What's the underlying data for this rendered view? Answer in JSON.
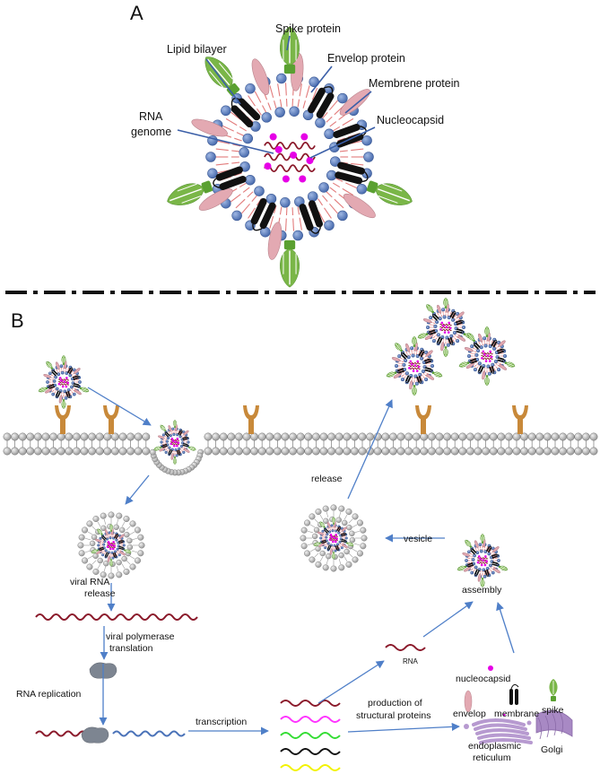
{
  "panel_a": {
    "letter": "A",
    "labels": {
      "spike": "Spike protein",
      "lipid": "Lipid bilayer",
      "envelop": "Envelop protein",
      "membrane": "Membrene protein",
      "rna_line1": "RNA",
      "rna_line2": "genome",
      "nucleocapsid": "Nucleocapsid"
    }
  },
  "panel_b": {
    "letter": "B",
    "labels": {
      "viral_rna_line1": "viral RNA",
      "viral_rna_line2": "release",
      "viral_poly_line1": "viral polymerase",
      "viral_poly_line2": "translation",
      "rna_replication": "RNA replication",
      "transcription": "transcription",
      "production_line1": "production of",
      "production_line2": "structural proteins",
      "release": "release",
      "vesicle": "vesicle",
      "assembly": "assembly",
      "rna_small": "RNA",
      "nucleocapsid": "nucleocapsid",
      "envelop": "envelop",
      "membrane": "membrane",
      "spike": "spike",
      "er_line1": "endoplasmic",
      "er_line2": "reticulum",
      "golgi": "Golgi"
    }
  },
  "colors": {
    "bead": "#5b7fc0",
    "bead_stroke": "#3c5a96",
    "lipid_tail": "#e27b7b",
    "envelop": "#e3a9b2",
    "spike": "#7ab648",
    "membrane_protein": "#111111",
    "nucleocapsid": "#e600e6",
    "rna": "#8b1a2b",
    "arrow": "#4f7fc8",
    "receptor": "#c8893a",
    "er": "#b79ad0",
    "host_bead": "#bfbfbf"
  }
}
